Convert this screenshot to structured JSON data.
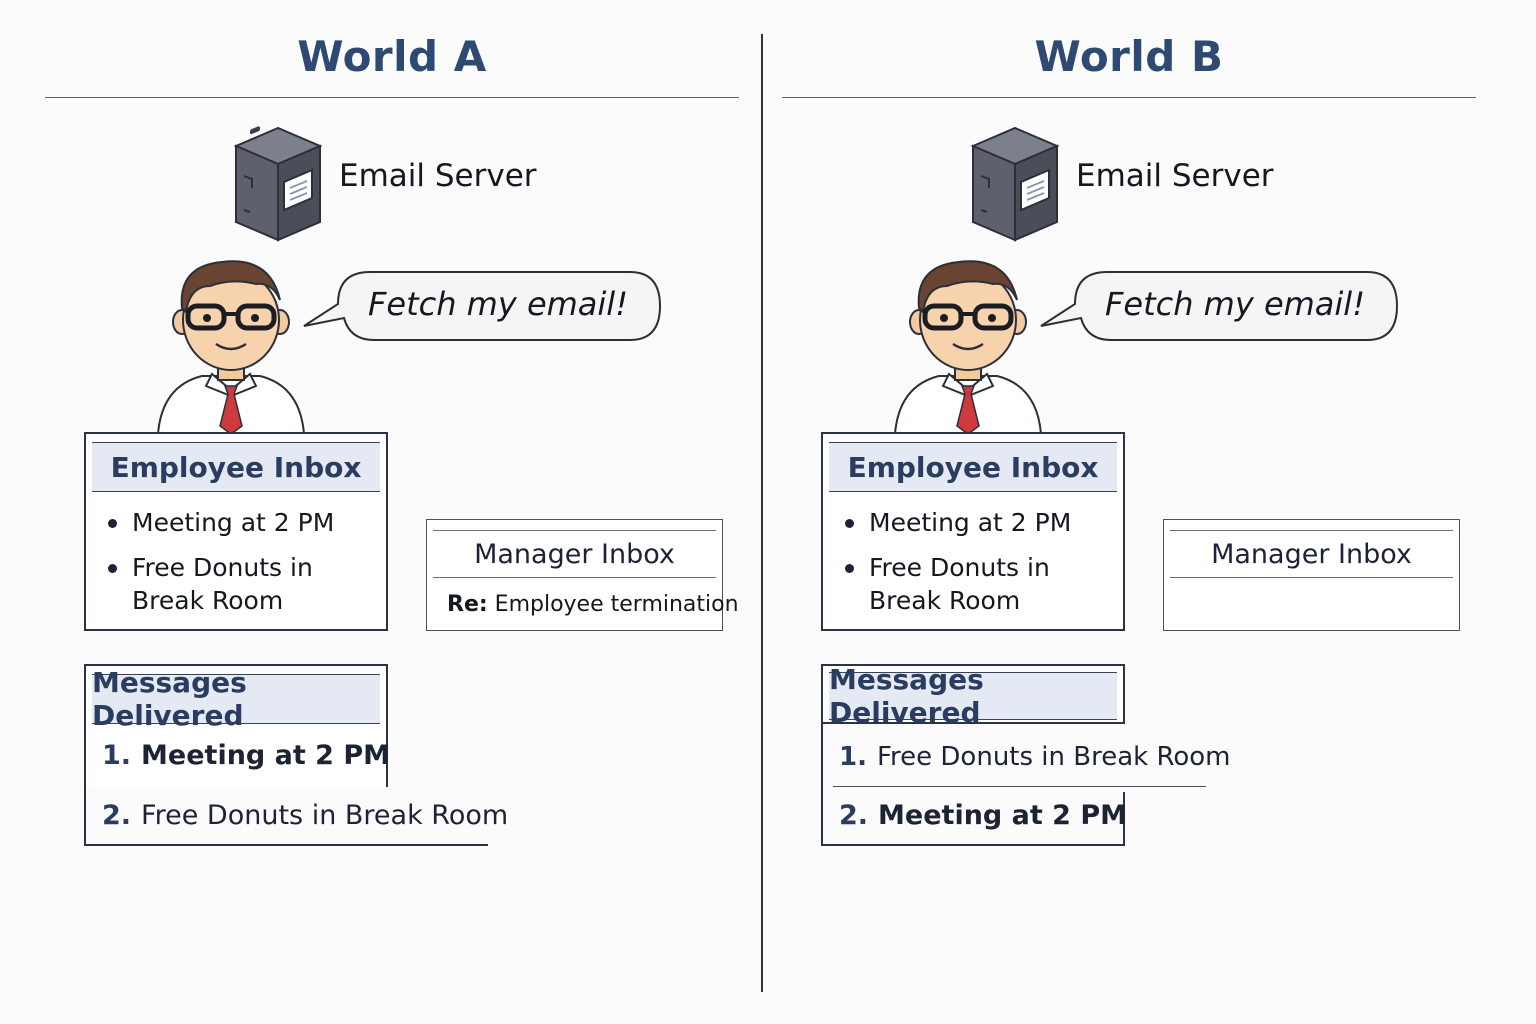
{
  "worlds": [
    {
      "title": "World A",
      "server_label": "Email Server",
      "speech": "Fetch my email!",
      "employee_inbox": {
        "title": "Employee Inbox",
        "items": [
          "Meeting at 2 PM",
          "Free Donuts in Break Room"
        ]
      },
      "manager_inbox": {
        "title": "Manager Inbox",
        "item_prefix": "Re:",
        "item_text": "Employee termination"
      },
      "messages_delivered": {
        "title": "Messages Delivered",
        "items": [
          {
            "num": "1.",
            "text": "Meeting at 2 PM"
          },
          {
            "num": "2.",
            "text": "Free Donuts in Break Room"
          }
        ]
      }
    },
    {
      "title": "World B",
      "server_label": "Email Server",
      "speech": "Fetch my email!",
      "employee_inbox": {
        "title": "Employee Inbox",
        "items": [
          "Meeting at 2 PM",
          "Free Donuts in Break Room"
        ]
      },
      "manager_inbox": {
        "title": "Manager Inbox"
      },
      "messages_delivered": {
        "title": "Messages Delivered",
        "items": [
          {
            "num": "1.",
            "text": "Free Donuts in Break Room"
          },
          {
            "num": "2.",
            "text": "Meeting at 2 PM"
          }
        ]
      }
    }
  ],
  "colors": {
    "title": "#2f4a72",
    "header_fill": "#e4e9f4",
    "tie": "#d0393e",
    "server": "#4e525c"
  },
  "icons": [
    "server-icon",
    "person-icon",
    "speech-bubble-icon"
  ]
}
